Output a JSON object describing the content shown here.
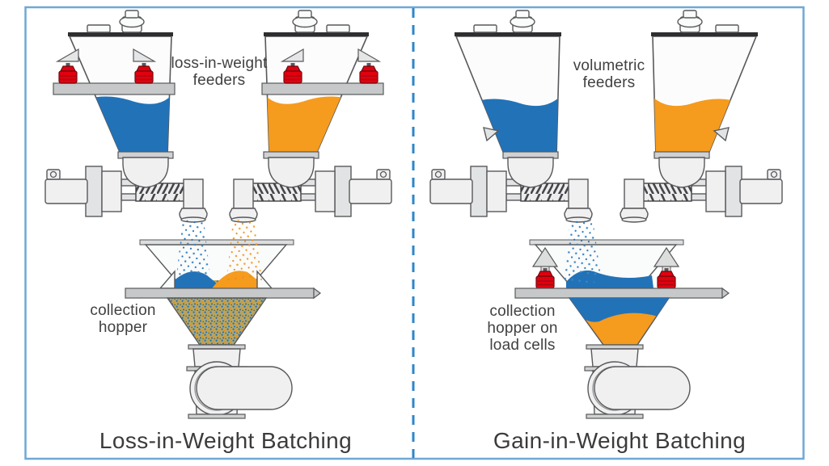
{
  "diagram": {
    "left_panel": {
      "feeder_label_lines": [
        "loss-in-weight",
        "feeders"
      ],
      "hopper_label_lines": [
        "collection",
        "hopper"
      ],
      "title": "Loss-in-Weight Batching",
      "feeders": [
        {
          "material": "blue",
          "type": "loss-in-weight",
          "on_load_cells": true
        },
        {
          "material": "orange",
          "type": "loss-in-weight",
          "on_load_cells": true
        }
      ],
      "collection_hopper": {
        "on_load_cells": false,
        "contents": "blended blue and orange material"
      }
    },
    "right_panel": {
      "feeder_label_lines": [
        "volumetric",
        "feeders"
      ],
      "hopper_label_lines": [
        "collection",
        "hopper on",
        "load cells"
      ],
      "title": "Gain-in-Weight Batching",
      "feeders": [
        {
          "material": "blue",
          "type": "volumetric",
          "on_load_cells": false
        },
        {
          "material": "orange",
          "type": "volumetric",
          "on_load_cells": false
        }
      ],
      "collection_hopper": {
        "on_load_cells": true,
        "contents": "blue layer over orange layer"
      }
    },
    "colors": {
      "material_blue": "#2272b8",
      "material_orange": "#f59b1e",
      "load_cell_red": "#e2000f",
      "platform_gray": "#c6c8ca",
      "machine_light": "#f0f0f1",
      "outline_gray": "#58595b",
      "frame_blue": "#6fa8d6",
      "divider_blue": "#2e86c8",
      "label_text": "#414042"
    }
  }
}
